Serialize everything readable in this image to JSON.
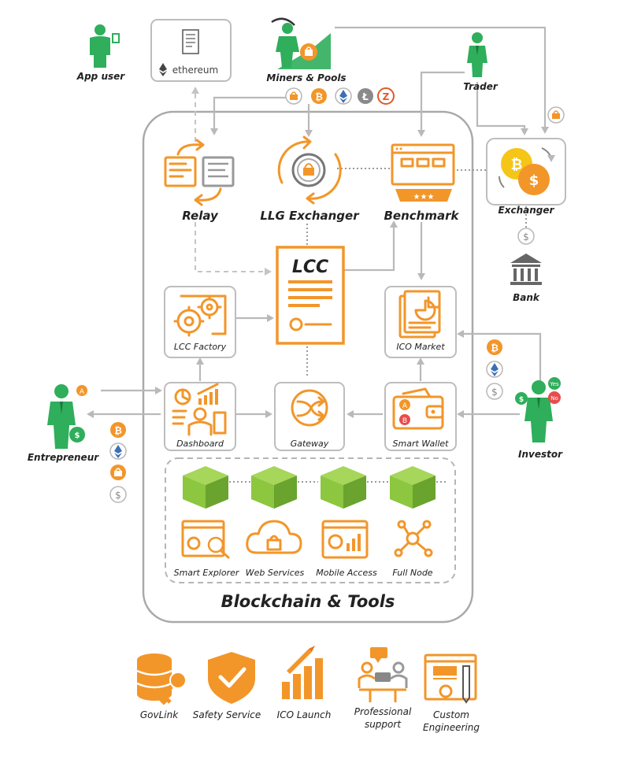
{
  "actors": {
    "app_user": "App user",
    "miners_pools": "Miners & Pools",
    "trader": "Trader",
    "exchanger": "Exchanger",
    "bank": "Bank",
    "entrepreneur": "Entrepreneur",
    "investor": "Investor"
  },
  "ethereum_text": "ethereum",
  "components": {
    "relay": "Relay",
    "llg_exchanger": "LLG Exchanger",
    "benchmark": "Benchmark",
    "lcc": "LCC",
    "lcc_factory": "LCC Factory",
    "ico_market": "ICO Market",
    "dashboard": "Dashboard",
    "gateway": "Gateway",
    "smart_wallet": "Smart Wallet"
  },
  "tools": [
    "Smart Explorer",
    "Web Services",
    "Mobile Access",
    "Full Node"
  ],
  "blockchain_title": "Blockchain & Tools",
  "services": [
    "GovLink",
    "Safety Service",
    "ICO Launch",
    "Professional",
    "support",
    "Custom",
    "Engineering"
  ],
  "investor_badges": {
    "yes": "Yes",
    "no": "No"
  },
  "coin_letters": {
    "a": "A",
    "b": "B"
  },
  "colors": {
    "accent": "#f2962a",
    "actor": "#2fae5b",
    "node": "#8dc63f",
    "line": "#b9b9b9"
  }
}
